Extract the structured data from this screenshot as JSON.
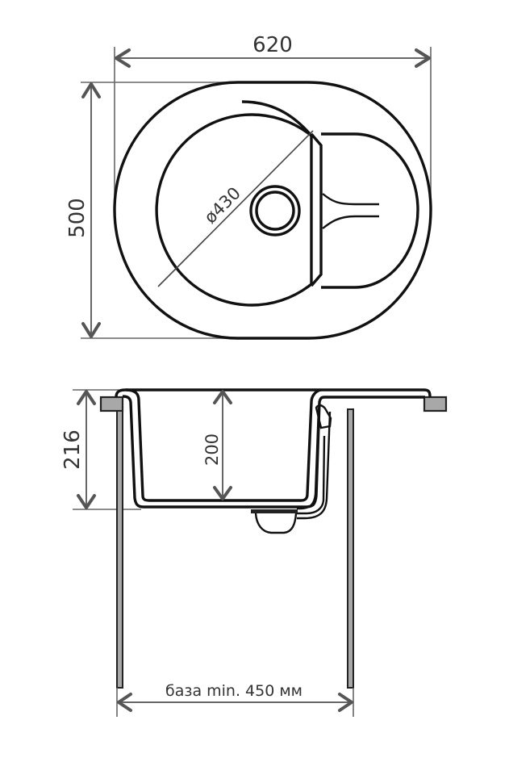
{
  "drawing": {
    "title": "Kitchen sink technical drawing",
    "top_view": {
      "width_label": "620",
      "height_label": "500",
      "bowl_diameter_label": "ø430"
    },
    "side_view": {
      "total_depth_label": "216",
      "bowl_depth_label": "200",
      "base_label": "база min. 450 мм"
    },
    "colors": {
      "outline": "#111111",
      "dimension": "#666666",
      "support_fill": "#a8a8a8",
      "background": "#ffffff"
    }
  }
}
